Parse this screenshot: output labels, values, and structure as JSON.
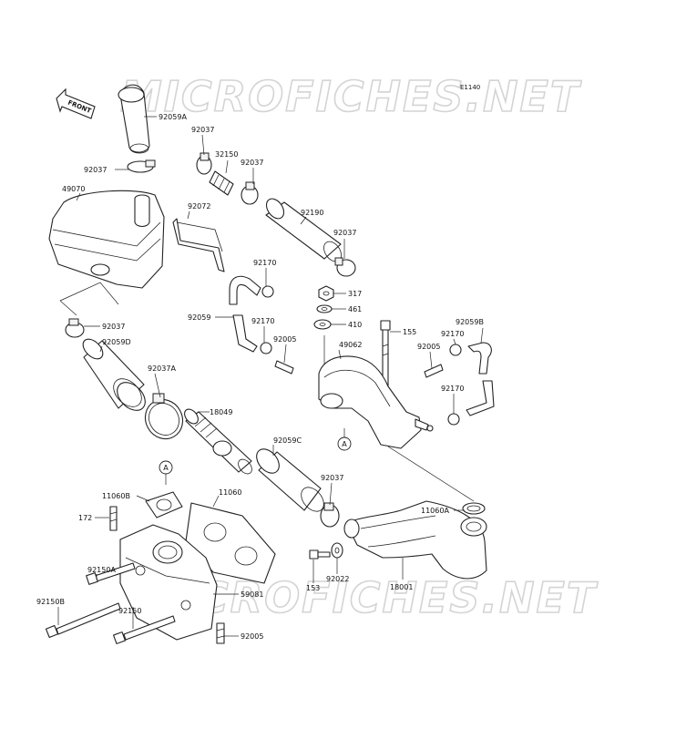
{
  "diagram_code": "E1140",
  "front_label": "FRONT",
  "watermark": "MICROFICHES.NET",
  "callout_letter": "A",
  "parts": [
    {
      "id": "92059A",
      "label": "92059A"
    },
    {
      "id": "92037-a",
      "label": "92037"
    },
    {
      "id": "92037-b",
      "label": "92037"
    },
    {
      "id": "32150",
      "label": "32150"
    },
    {
      "id": "92037-c",
      "label": "92037"
    },
    {
      "id": "49070",
      "label": "49070"
    },
    {
      "id": "92072",
      "label": "92072"
    },
    {
      "id": "92190",
      "label": "92190"
    },
    {
      "id": "92037-d",
      "label": "92037"
    },
    {
      "id": "92170-a",
      "label": "92170"
    },
    {
      "id": "317",
      "label": "317"
    },
    {
      "id": "461",
      "label": "461"
    },
    {
      "id": "410",
      "label": "410"
    },
    {
      "id": "92059",
      "label": "92059"
    },
    {
      "id": "92170-b",
      "label": "92170"
    },
    {
      "id": "92037-e",
      "label": "92037"
    },
    {
      "id": "155",
      "label": "155"
    },
    {
      "id": "92059B",
      "label": "92059B"
    },
    {
      "id": "92170-c",
      "label": "92170"
    },
    {
      "id": "92005-a",
      "label": "92005"
    },
    {
      "id": "49062",
      "label": "49062"
    },
    {
      "id": "92005-b",
      "label": "92005"
    },
    {
      "id": "92059D",
      "label": "92059D"
    },
    {
      "id": "92037A",
      "label": "92037A"
    },
    {
      "id": "92170-d",
      "label": "92170"
    },
    {
      "id": "18049",
      "label": "18049"
    },
    {
      "id": "92059C",
      "label": "92059C"
    },
    {
      "id": "11060B",
      "label": "11060B"
    },
    {
      "id": "11060",
      "label": "11060"
    },
    {
      "id": "92037-f",
      "label": "92037"
    },
    {
      "id": "172",
      "label": "172"
    },
    {
      "id": "11060A",
      "label": "11060A"
    },
    {
      "id": "92150A",
      "label": "92150A"
    },
    {
      "id": "153",
      "label": "153"
    },
    {
      "id": "92022",
      "label": "92022"
    },
    {
      "id": "18001",
      "label": "18001"
    },
    {
      "id": "59081",
      "label": "59081"
    },
    {
      "id": "92150B",
      "label": "92150B"
    },
    {
      "id": "92150",
      "label": "92150"
    },
    {
      "id": "92005-c",
      "label": "92005"
    }
  ]
}
